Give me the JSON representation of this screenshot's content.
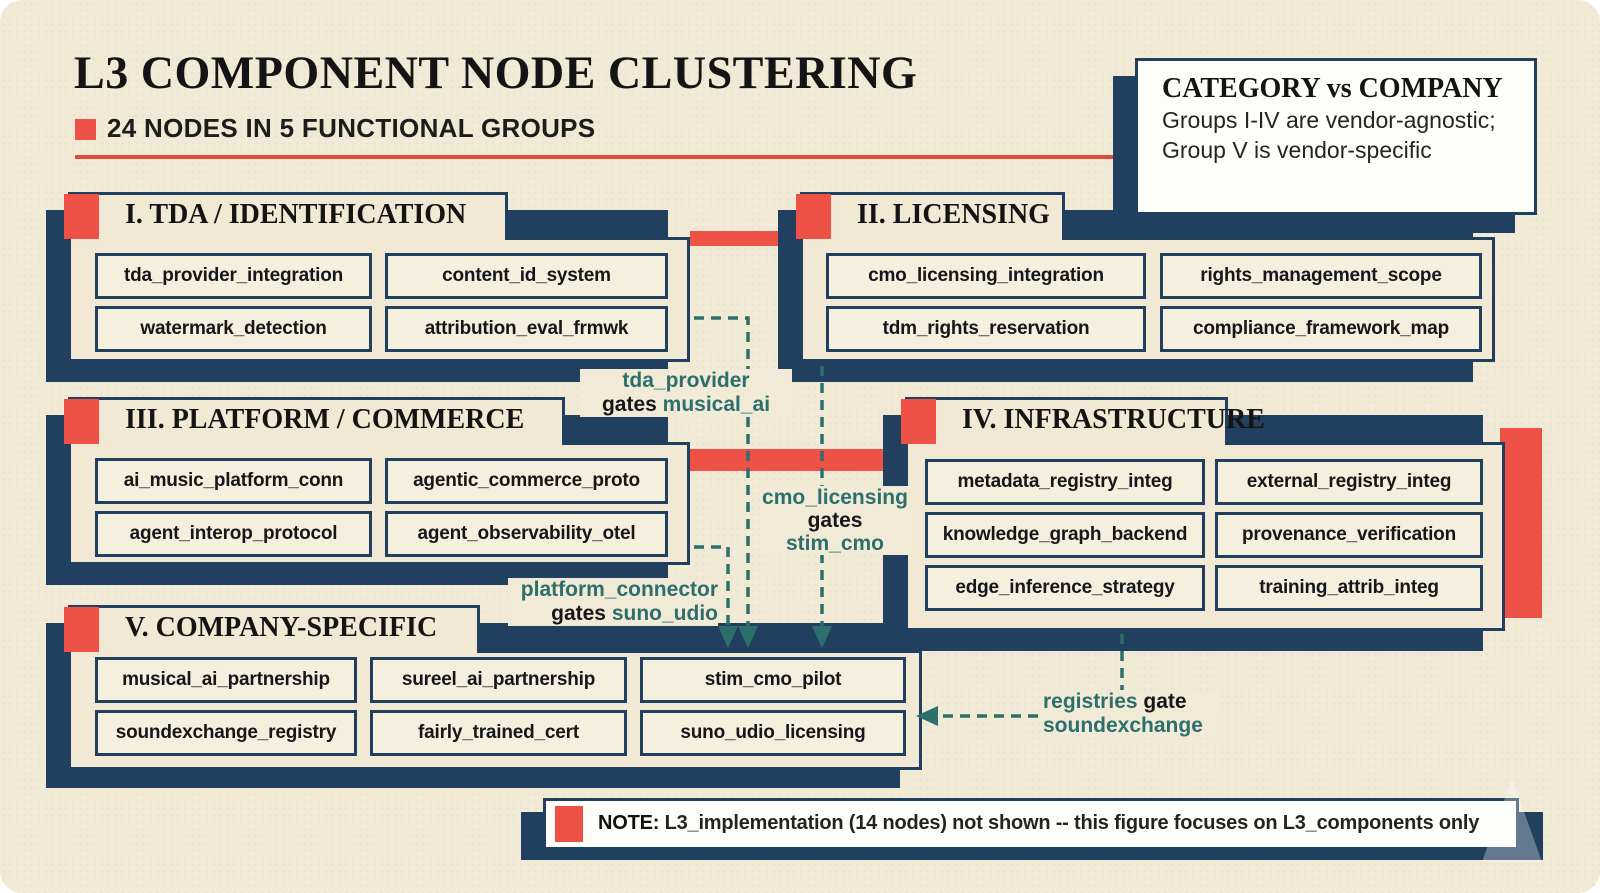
{
  "colors": {
    "cream": "#f1ead6",
    "navy": "#21405f",
    "red": "#ee5145",
    "teal": "#2d6f6c",
    "dark": "#16161b",
    "white": "#fdfdf9"
  },
  "header": {
    "title": "L3 COMPONENT NODE CLUSTERING",
    "subtitle": "24 NODES IN 5 FUNCTIONAL GROUPS"
  },
  "legend": {
    "title": "CATEGORY vs COMPANY",
    "line1": "Groups I-IV are vendor-agnostic;",
    "line2": "Group V is vendor-specific"
  },
  "groups": [
    {
      "title": "I. TDA / IDENTIFICATION",
      "nodes": [
        "tda_provider_integration",
        "content_id_system",
        "watermark_detection",
        "attribution_eval_frmwk"
      ]
    },
    {
      "title": "II. LICENSING",
      "nodes": [
        "cmo_licensing_integration",
        "rights_management_scope",
        "tdm_rights_reservation",
        "compliance_framework_map"
      ]
    },
    {
      "title": "III. PLATFORM / COMMERCE",
      "nodes": [
        "ai_music_platform_conn",
        "agentic_commerce_proto",
        "agent_interop_protocol",
        "agent_observability_otel"
      ]
    },
    {
      "title": "IV. INFRASTRUCTURE",
      "nodes": [
        "metadata_registry_integ",
        "external_registry_integ",
        "knowledge_graph_backend",
        "provenance_verification",
        "edge_inference_strategy",
        "training_attrib_integ"
      ]
    },
    {
      "title": "V. COMPANY-SPECIFIC",
      "nodes": [
        "musical_ai_partnership",
        "sureel_ai_partnership",
        "stim_cmo_pilot",
        "soundexchange_registry",
        "fairly_trained_cert",
        "suno_udio_licensing"
      ]
    }
  ],
  "annotations": [
    {
      "l1a": "tda_provider",
      "l2a": "gates ",
      "l2b": "musical_ai"
    },
    {
      "l1a": "cmo_licensing",
      "l2a": "gates",
      "l3a": "stim_cmo"
    },
    {
      "l1a": "platform_connector",
      "l2a": "gates ",
      "l2b": "suno_udio"
    },
    {
      "l1a": "registries",
      "l1b": " gate",
      "l2a": "soundexchange"
    }
  ],
  "note": {
    "label": "NOTE:",
    "text": " L3_implementation (14 nodes) not shown -- this figure focuses on L3_components only"
  }
}
